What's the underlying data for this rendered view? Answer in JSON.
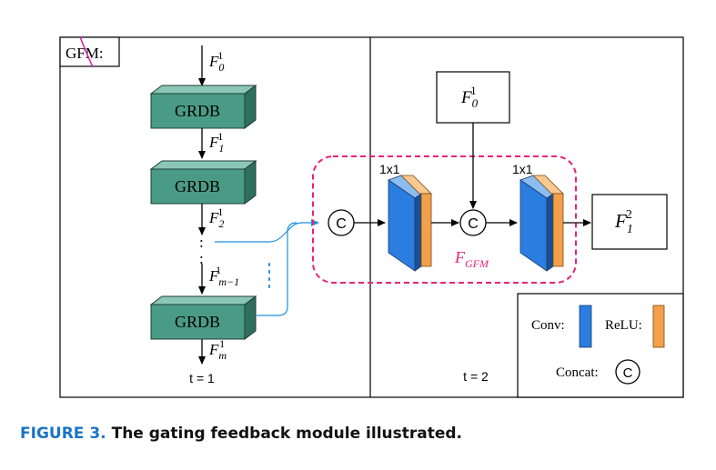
{
  "left_panel": {
    "tag_label": "GFM:",
    "blocks": [
      "GRDB",
      "GRDB",
      "GRDB"
    ],
    "features": [
      {
        "base": "F",
        "sup": "1",
        "sub": "0"
      },
      {
        "base": "F",
        "sup": "1",
        "sub": "1"
      },
      {
        "base": "F",
        "sup": "1",
        "sub": "2"
      },
      {
        "base": "F",
        "sup": "1",
        "sub": "m−1"
      },
      {
        "base": "F",
        "sup": "1",
        "sub": "m"
      }
    ],
    "vertical_dots": ":",
    "time_label": "t = 1"
  },
  "right_panel": {
    "input_box": {
      "base": "F",
      "sup": "1",
      "sub": "0"
    },
    "output_box": {
      "base": "F",
      "sup": "2",
      "sub": "1"
    },
    "conv_labels": [
      "1x1",
      "1x1"
    ],
    "concat_symbol": "C",
    "module_label": {
      "base": "F",
      "sub": "GFM"
    },
    "time_label": "t = 2"
  },
  "legend": {
    "conv_label": "Conv:",
    "relu_label": "ReLU:",
    "concat_label": "Concat:",
    "concat_symbol": "C"
  },
  "caption": {
    "figure_label": "FIGURE 3.",
    "text": "The gating feedback module illustrated."
  },
  "colors": {
    "grdb_front": "#4a9b85",
    "grdb_top": "#8cc7b6",
    "grdb_side": "#2f6f5e",
    "conv_blue": "#2b7de0",
    "conv_blue_dark": "#1a4f96",
    "relu_orange": "#f3a04a",
    "dashed_pink": "#e8217a",
    "skip_line_blue": "#1f8fe0",
    "caption_blue": "#1a73c9"
  }
}
